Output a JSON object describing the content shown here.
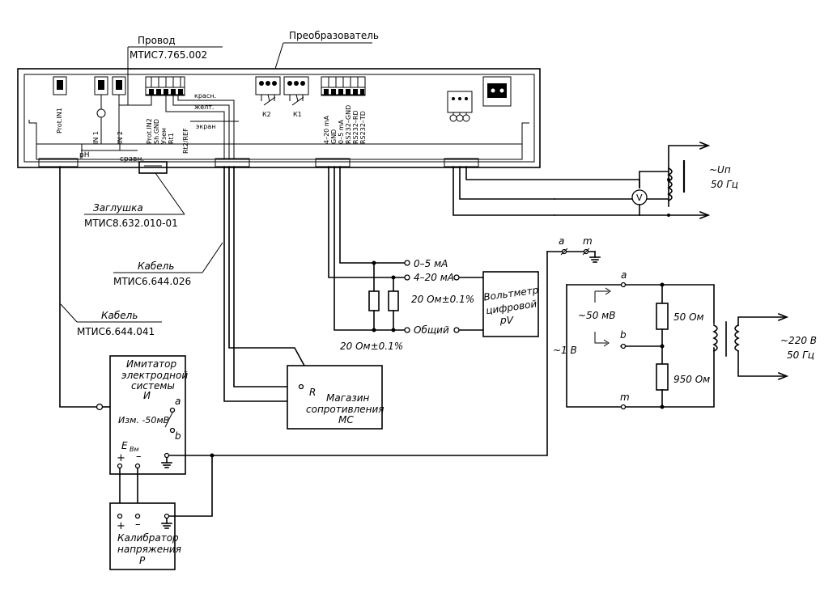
{
  "labels": {
    "provod": "Провод",
    "provod_code": "МТИС7.765.002",
    "converter": "Преобразователь",
    "plug": "Заглушка",
    "plug_code": "МТИС8.632.010-01",
    "cable1": "Кабель",
    "cable1_code": "МТИС6.644.026",
    "cable2": "Кабель",
    "cable2_code": "МТИС6.644.041",
    "source_label": "~Uп",
    "source_freq": "50 Гц",
    "voltmeter_symbol": "V",
    "out_0_5": "0–5 мА",
    "out_4_20": "4–20 мА",
    "out_common": "Общий",
    "res_top": "20 Ом±0.1%",
    "res_bottom": "20 Ом±0.1%",
    "dvm_1": "Вольтметр",
    "dvm_2": "цифровой",
    "dvm_3": "pV",
    "term_a": "a",
    "term_m": "m",
    "term_b": "b",
    "v50": "~50 мВ",
    "v1": "~1 В",
    "r50": "50 Ом",
    "r950": "950 Ом",
    "mains_v": "~220 В",
    "mains_f": "50 Гц",
    "imit_1": "Имитатор",
    "imit_2": "электродной",
    "imit_3": "системы",
    "imit_4": "И",
    "imit_izm": "Изм.  -50мВ",
    "imit_evm": "Е",
    "imit_evm_sub": "Вм",
    "imit_plus": "+",
    "imit_minus": "–",
    "magazin_1": "Магазин",
    "magazin_2": "сопротивления",
    "magazin_3": "МС",
    "magazin_R": "R",
    "calib_1": "Калибратор",
    "calib_2": "напряжения",
    "calib_3": "Р",
    "calib_plus": "+",
    "calib_minus": "–"
  },
  "board": {
    "prot_left": "Prot.IN1",
    "in1": "IN 1",
    "in2": "IN 2",
    "ph": "pH",
    "sravn": "сравн.",
    "prot_in2": "Prot.IN2",
    "shgnd": "Sh.GND",
    "uzemp": "Узем",
    "rt1": "Rt1",
    "rt2": "Rt2/REF",
    "krasn": "красн.",
    "zhelt": "желт.",
    "ekran": "экран",
    "k2": "К2",
    "k1": "К1",
    "out_labels": [
      "4–20 mA",
      "GND",
      "0–5 mA",
      "RS232–GND",
      "RS232–RD",
      "RS232–TD"
    ]
  }
}
